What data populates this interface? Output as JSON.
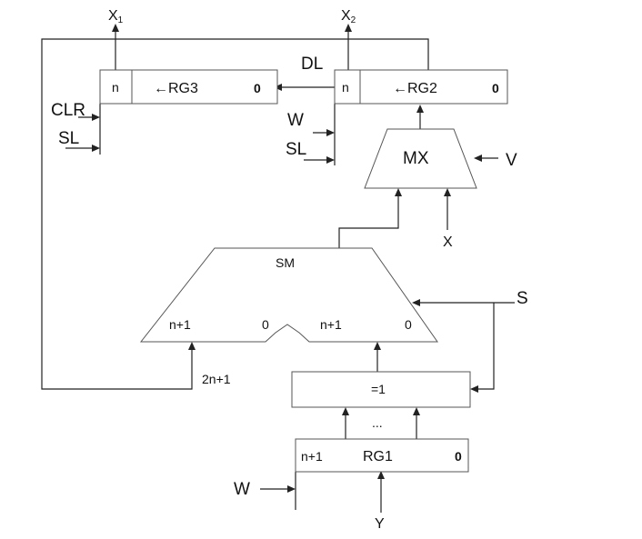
{
  "outputs": {
    "x1": "X",
    "x1_sub": "1",
    "x2": "X",
    "x2_sub": "2"
  },
  "rg3": {
    "bit_n": "n",
    "name": "←RG3",
    "bit_0": "0",
    "in_clr": "CLR",
    "in_sl": "SL"
  },
  "rg2": {
    "bit_n": "n",
    "name": "←RG2",
    "bit_0": "0",
    "in_w": "W",
    "in_sl": "SL",
    "dl": "DL"
  },
  "mx": {
    "name": "MX",
    "in_v": "V",
    "in_x": "X"
  },
  "sm": {
    "name": "SM",
    "left_msb": "n+1",
    "left_lsb": "0",
    "right_msb": "n+1",
    "right_lsb": "0",
    "in_s": "S",
    "feedback": "2n+1"
  },
  "xor": {
    "name": "=1",
    "ellipsis": "..."
  },
  "rg1": {
    "bit_msb": "n+1",
    "name": "RG1",
    "bit_0": "0",
    "in_w": "W",
    "in_y": "Y"
  }
}
